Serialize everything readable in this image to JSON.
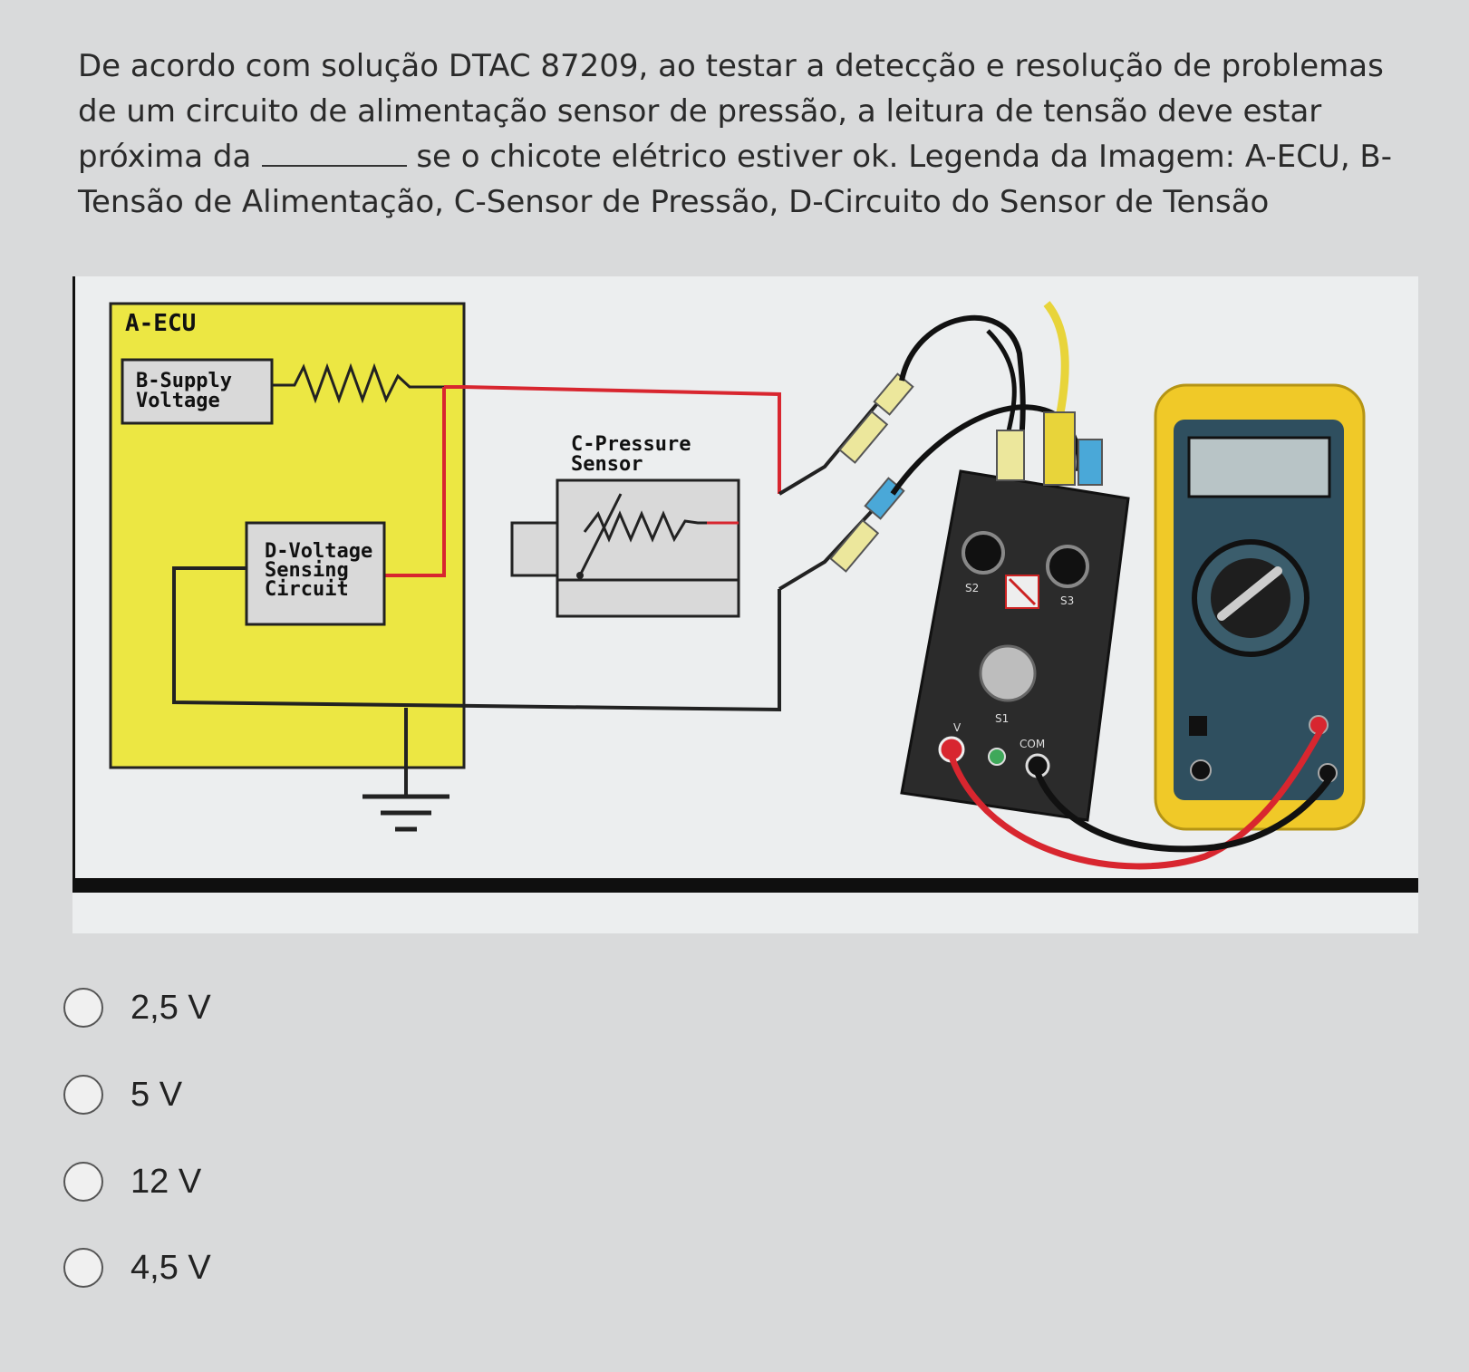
{
  "question": {
    "part1": "De acordo com solução DTAC 87209, ao testar a detecção e resolução de problemas de um circuito de alimentação sensor de pressão, a leitura de tensão deve estar próxima da",
    "part2": "se o chicote elétrico estiver ok.   Legenda da Imagem: A-ECU, B-Tensão de Alimentação, C-Sensor de Pressão, D-Circuito do Sensor de Tensão"
  },
  "figure": {
    "ecu_label": "A-ECU",
    "supply_label_1": "B-Supply",
    "supply_label_2": "Voltage",
    "sensing_label_1": "D-Voltage",
    "sensing_label_2": "Sensing",
    "sensing_label_3": "Circuit",
    "pressure_label_1": "C-Pressure",
    "pressure_label_2": "Sensor",
    "breakout_labels": {
      "s2": "S2",
      "s3": "S3",
      "s1": "S1",
      "v": "V",
      "com": "COM"
    }
  },
  "colors": {
    "ecu_yellow": "#ece743",
    "wire_red": "#d8262f",
    "meter_yellow": "#f0c928",
    "meter_body": "#2f4f5f"
  },
  "options": [
    {
      "label": "2,5 V",
      "selected": false
    },
    {
      "label": "5 V",
      "selected": false
    },
    {
      "label": "12 V",
      "selected": false
    },
    {
      "label": "4,5 V",
      "selected": false
    }
  ]
}
